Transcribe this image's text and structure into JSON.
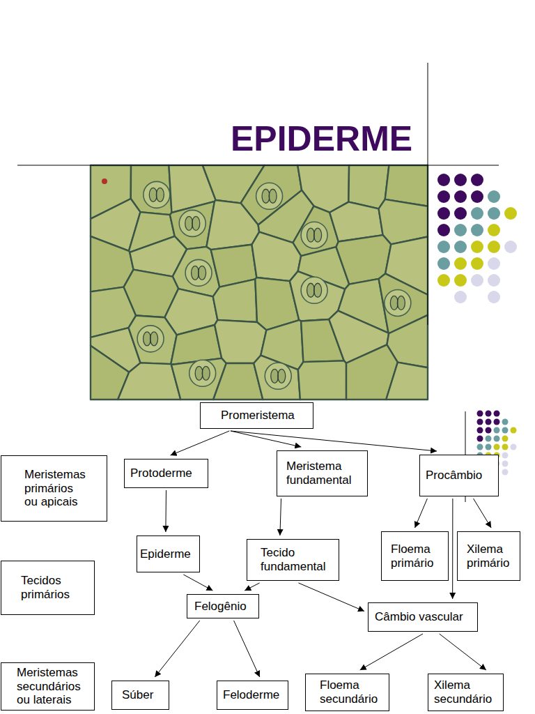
{
  "diagram": {
    "title": "EPIDERME",
    "nodes": [
      {
        "text": [
          "Promeristema"
        ]
      },
      {
        "text": [
          "Meristemas primários ou apicais"
        ]
      },
      {
        "text": [
          "Protoderme"
        ]
      },
      {
        "text": [
          "Meristema fundamental"
        ]
      },
      {
        "text": [
          "Procâmbio"
        ]
      },
      {
        "text": [
          "Epiderme"
        ]
      },
      {
        "text": [
          "Floema primário"
        ]
      },
      {
        "text": [
          "Xilema primário"
        ]
      },
      {
        "text": [
          "Tecido fundamental"
        ]
      },
      {
        "text": [
          "Tecidos primários"
        ]
      },
      {
        "text": [
          "Felogênio"
        ]
      },
      {
        "text": [
          "Câmbio vascular"
        ]
      },
      {
        "text": [
          "Meristemas secundários ou laterais"
        ]
      },
      {
        "text": [
          "Súber"
        ]
      },
      {
        "text": [
          "Feloderme"
        ]
      },
      {
        "text": [
          "Floema secundário"
        ]
      },
      {
        "text": [
          "Xilema secundário"
        ]
      }
    ],
    "edges": [
      {
        "from": 0,
        "to": 2,
        "arrow": "to"
      },
      {
        "from": 0,
        "to": 3,
        "arrow": "to"
      },
      {
        "from": 0,
        "to": 4,
        "arrow": "to"
      },
      {
        "from": 2,
        "to": 5,
        "arrow": "to"
      },
      {
        "from": 3,
        "to": 8,
        "arrow": "to"
      },
      {
        "from": 4,
        "to": 6,
        "arrow": "to"
      },
      {
        "from": 4,
        "to": 7,
        "arrow": "to"
      },
      {
        "from": 4,
        "to": 11,
        "arrow": "to"
      },
      {
        "from": 5,
        "to": 10,
        "arrow": "to"
      },
      {
        "from": 8,
        "to": 10,
        "arrow": "to"
      },
      {
        "from": 8,
        "to": 11,
        "arrow": "to"
      },
      {
        "from": 10,
        "to": 13,
        "arrow": "to"
      },
      {
        "from": 10,
        "to": 14,
        "arrow": "to"
      },
      {
        "from": 11,
        "to": 15,
        "arrow": "to"
      },
      {
        "from": 11,
        "to": 16,
        "arrow": "to"
      }
    ]
  }
}
